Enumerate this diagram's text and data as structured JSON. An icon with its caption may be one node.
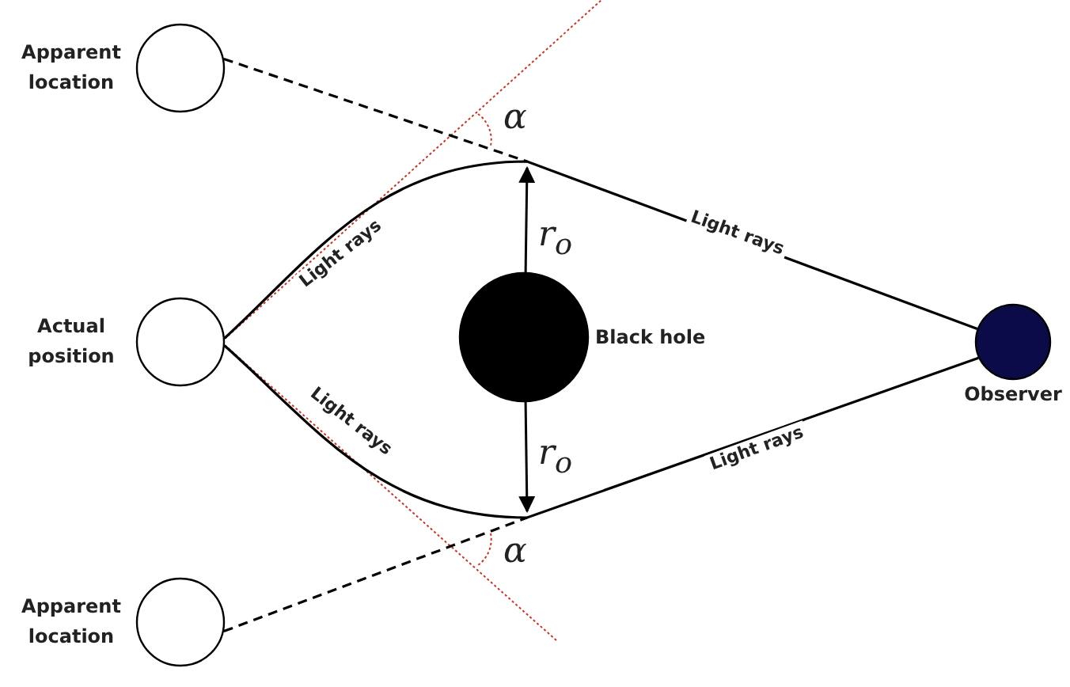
{
  "diagram": {
    "nodes": [
      {
        "text": [
          "Apparent location"
        ]
      },
      {
        "text": [
          "Actual position"
        ]
      },
      {
        "text": [
          "Black hole"
        ]
      },
      {
        "text": [
          "Observer"
        ]
      },
      {
        "text": [
          "Apparent location"
        ]
      }
    ],
    "edges": [
      {
        "from": 1,
        "to": 3,
        "arrow": "none",
        "label": "Light rays"
      },
      {
        "from": 1,
        "to": 3,
        "arrow": "none",
        "label": "Light rays"
      },
      {
        "from": 0,
        "to": null,
        "arrow": "none",
        "style": "dashed"
      },
      {
        "from": 4,
        "to": null,
        "arrow": "none",
        "style": "dashed"
      }
    ],
    "labels": [
      "α",
      "r$_{o}$",
      "Light rays",
      "r$_{o}$",
      "Light rays",
      "α"
    ]
  }
}
